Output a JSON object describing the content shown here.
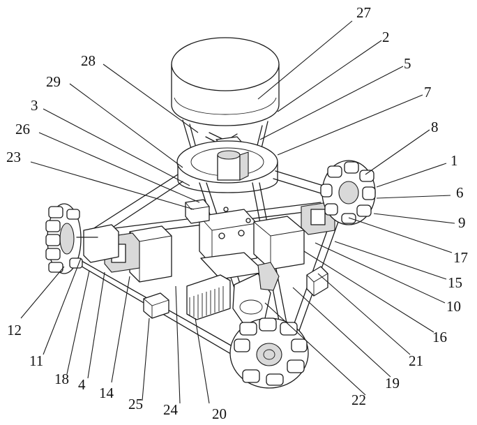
{
  "colors": {
    "line": "#1a1a1a",
    "background": "#ffffff",
    "shade": "#d9d9d9"
  },
  "labels": [
    "27",
    "2",
    "5",
    "7",
    "8",
    "1",
    "6",
    "9",
    "17",
    "15",
    "10",
    "16",
    "21",
    "19",
    "22",
    "20",
    "24",
    "25",
    "14",
    "4",
    "18",
    "11",
    "12",
    "23",
    "26",
    "3",
    "29",
    "28"
  ]
}
